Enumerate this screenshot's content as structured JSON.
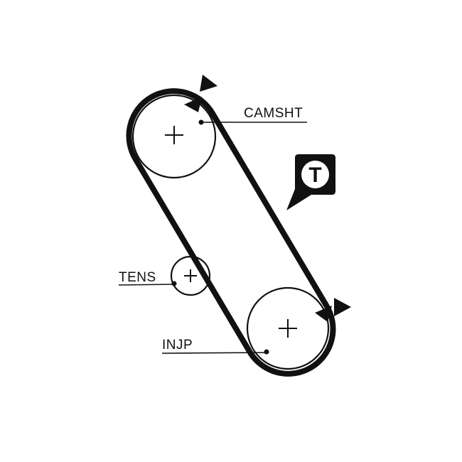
{
  "diagram": {
    "labels": {
      "camshaft": "CAMSHT",
      "tensioner": "TENS",
      "injection_pump": "INJP"
    },
    "marker_letter": "T",
    "colors": {
      "line": "#111111",
      "background": "#ffffff"
    }
  }
}
